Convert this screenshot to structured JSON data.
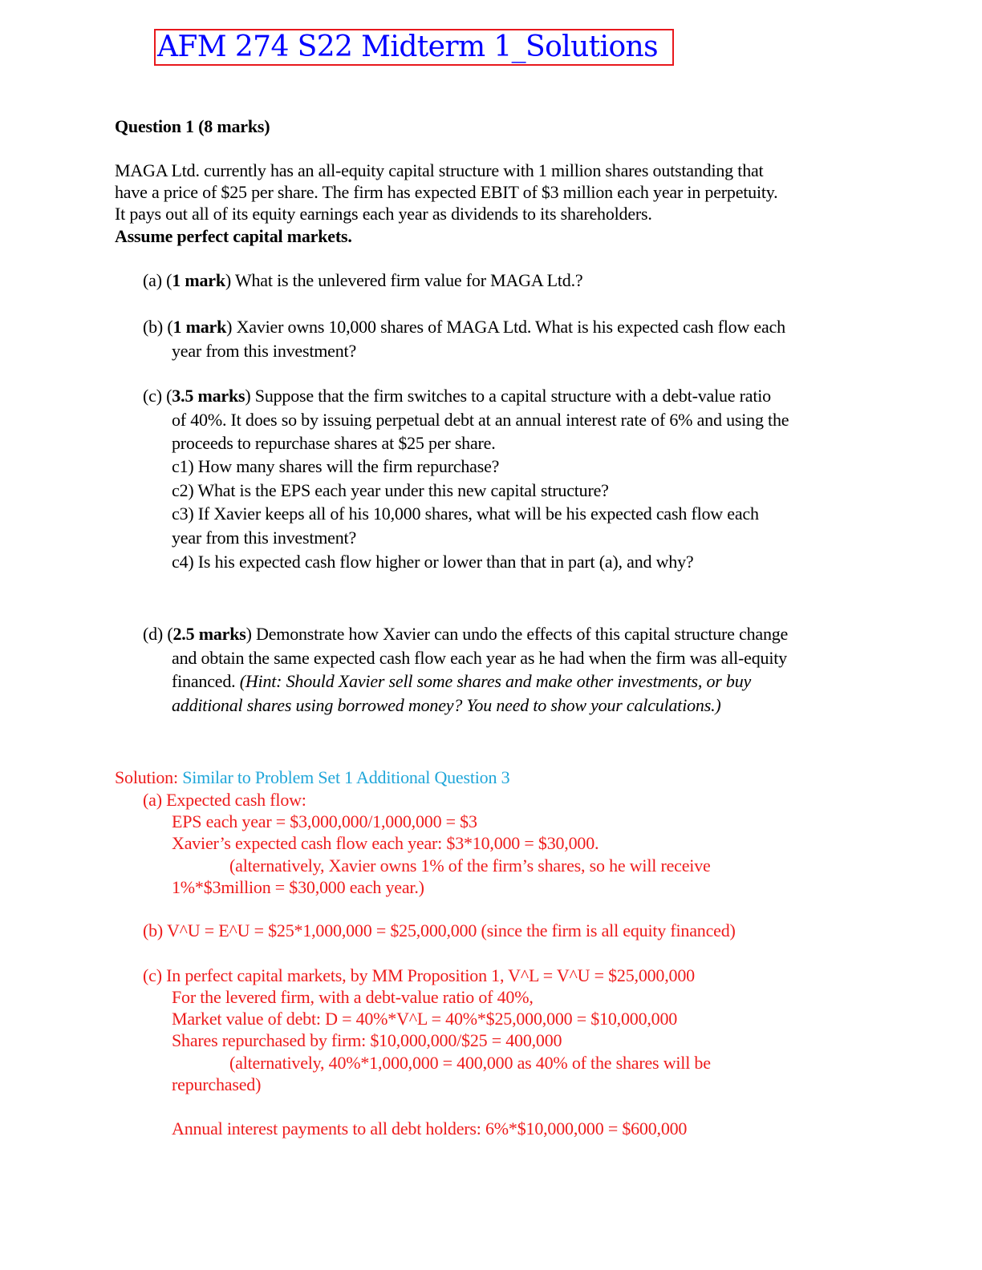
{
  "document": {
    "title": "AFM 274 S22 Midterm 1_Solutions",
    "question_heading": "Question 1 (8 marks)",
    "intro": [
      "MAGA Ltd. currently has an all-equity capital structure with 1 million shares outstanding that",
      "have a price of $25 per share. The firm has expected EBIT of $3 million each year in perpetuity.",
      "It pays out all of its equity earnings each year as dividends to its shareholders."
    ],
    "assumption": "Assume perfect capital markets.",
    "parts": {
      "a": {
        "label": "(a)",
        "marks": "1 mark",
        "lines": [
          "What is the unlevered firm value for MAGA Ltd.?"
        ]
      },
      "b": {
        "label": "(b)",
        "marks": "1 mark",
        "lines": [
          "Xavier owns 10,000 shares of MAGA Ltd. What is his expected cash flow each",
          "year from this investment?"
        ]
      },
      "c": {
        "label": "(c)",
        "marks": "3.5 marks",
        "lines": [
          "Suppose that the firm switches to a capital structure with a debt-value ratio",
          "of 40%. It does so by issuing perpetual debt at an annual interest rate of 6% and using the",
          "proceeds to repurchase shares at $25 per share.",
          "c1) How many shares will the firm repurchase?",
          "c2) What is the EPS each year under this new capital structure?",
          "c3) If Xavier keeps all of his 10,000 shares, what will be his expected cash flow each",
          "year from this investment?",
          "c4) Is his expected cash flow higher or lower than that in part (a), and why?"
        ]
      },
      "d": {
        "label": "(d)",
        "marks": "2.5 marks",
        "lines": [
          "Demonstrate how Xavier can undo the effects of this capital structure change",
          "and obtain the same expected cash flow each year as he had when the firm was all-equity"
        ],
        "line3_plain": "financed. ",
        "line3_italic": "(Hint: Should Xavier sell some shares and make other investments, or buy",
        "line4_italic": "additional shares using borrowed money? You need to show your calculations.)"
      }
    },
    "solution": {
      "label": "Solution:",
      "reference": "Similar to Problem Set 1 Additional Question 3",
      "a": {
        "label": "(a)",
        "lines": [
          "Expected cash flow:",
          "EPS each year = $3,000,000/1,000,000 = $3",
          "Xavier’s expected cash flow each year: $3*10,000 = $30,000.",
          "(alternatively, Xavier owns 1% of the firm’s shares, so he will receive",
          "1%*$3million = $30,000 each year.)"
        ]
      },
      "b": {
        "label": "(b)",
        "line": "V^U = E^U = $25*1,000,000 = $25,000,000 (since the firm is all equity financed)"
      },
      "c": {
        "label": "(c)",
        "lines": [
          "In perfect capital markets, by MM Proposition 1, V^L = V^U = $25,000,000",
          "For the levered firm, with a debt-value ratio of 40%,",
          "Market value of debt: D = 40%*V^L = 40%*$25,000,000 = $10,000,000",
          "Shares repurchased by firm: $10,000,000/$25 = 400,000",
          "(alternatively, 40%*1,000,000 = 400,000 as 40% of the shares will be",
          "repurchased)",
          "Annual interest payments to all debt holders: 6%*$10,000,000 = $600,000"
        ]
      }
    },
    "colors": {
      "title_text": "#0000ff",
      "title_border": "#e8191d",
      "solution_text": "#ee1c1c",
      "reference_text": "#1fa6d9"
    }
  }
}
